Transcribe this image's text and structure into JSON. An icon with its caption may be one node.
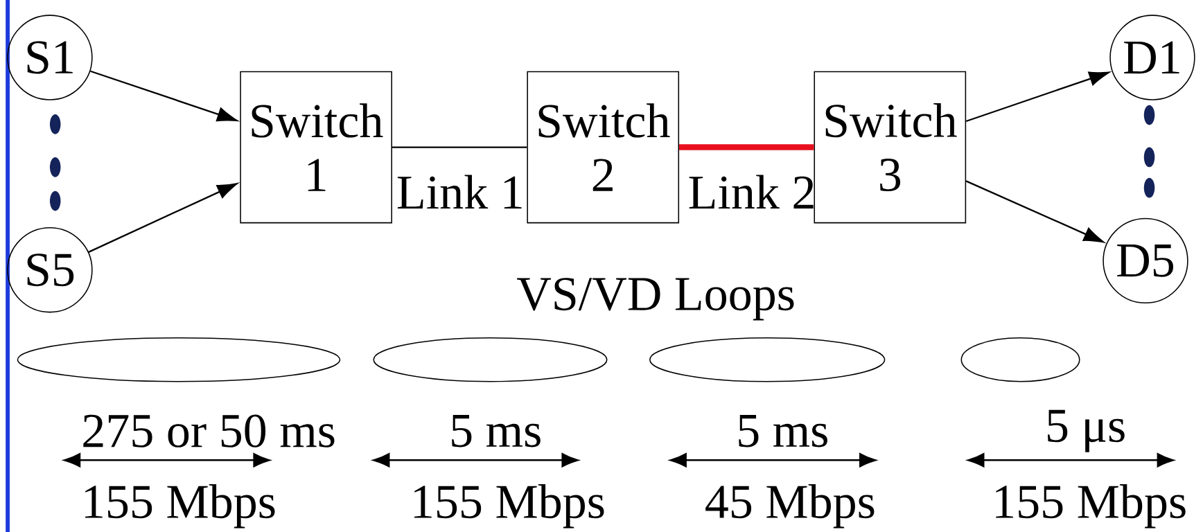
{
  "diagram": {
    "nodes": [
      {
        "text": [
          "S1"
        ]
      },
      {
        "text": [
          "S5"
        ]
      },
      {
        "text": [
          "Switch 1"
        ]
      },
      {
        "text": [
          "Switch 2"
        ]
      },
      {
        "text": [
          "Switch 3"
        ]
      },
      {
        "text": [
          "D1"
        ]
      },
      {
        "text": [
          "D5"
        ]
      },
      {
        "text": [],
        "shape": "ellipse"
      },
      {
        "text": [],
        "shape": "ellipse"
      },
      {
        "text": [],
        "shape": "ellipse"
      },
      {
        "text": [],
        "shape": "ellipse"
      }
    ],
    "edges": [
      {
        "from": 0,
        "to": 2,
        "arrow": "to"
      },
      {
        "from": 1,
        "to": 2,
        "arrow": "to"
      },
      {
        "from": 2,
        "to": 3,
        "arrow": "none",
        "label": "Link 1"
      },
      {
        "from": 3,
        "to": 4,
        "arrow": "none",
        "label": "Link 2",
        "style": "thick",
        "color": "#e8101e"
      },
      {
        "from": 4,
        "to": 5,
        "arrow": "to"
      },
      {
        "from": 4,
        "to": 6,
        "arrow": "to"
      }
    ],
    "labels": [
      "VS/VD Loops",
      "275 or 50 ms",
      "155 Mbps",
      "5 ms",
      "155 Mbps",
      "5 ms",
      "45 Mbps",
      "5 μs",
      "155 Mbps"
    ]
  }
}
